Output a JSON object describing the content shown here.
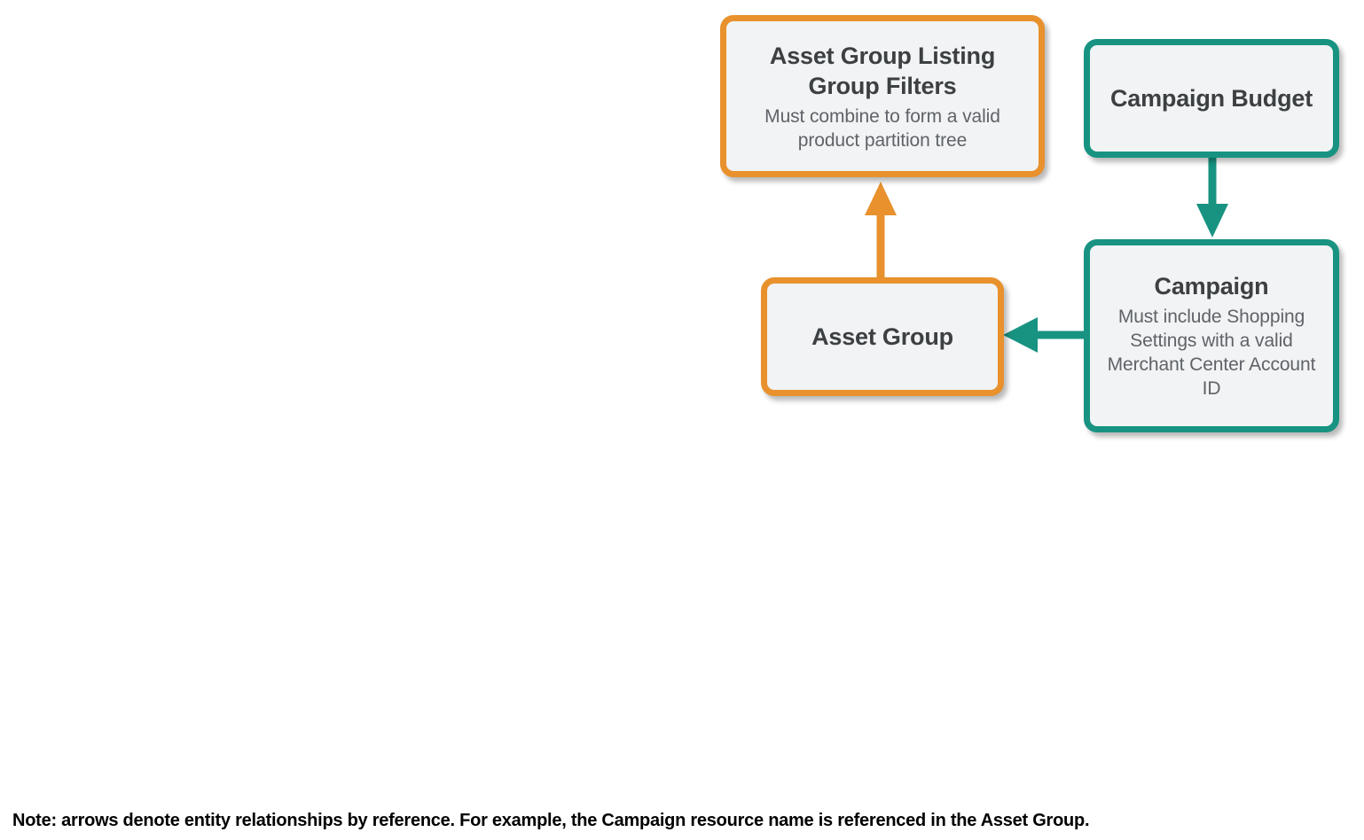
{
  "diagram": {
    "background": "#ffffff",
    "colors": {
      "orange": "#e8912d",
      "teal": "#189382",
      "node_fill": "#f1f3f4",
      "title_text": "#3c4043",
      "body_text": "#5f6368",
      "note_text": "#000000"
    },
    "nodes": [
      {
        "id": "asset-group-listing-group-filters",
        "title": "Asset Group Listing Group Filters",
        "description": "Must combine to form a valid product partition tree",
        "accent": "orange"
      },
      {
        "id": "asset-group",
        "title": "Asset Group",
        "description": "",
        "accent": "orange"
      },
      {
        "id": "campaign-budget",
        "title": "Campaign Budget",
        "description": "",
        "accent": "teal"
      },
      {
        "id": "campaign",
        "title": "Campaign",
        "description": "Must include Shopping Settings with a valid Merchant Center Account ID",
        "accent": "teal"
      }
    ],
    "edges": [
      {
        "id": "asset-group-to-listing-group-filters",
        "from": "asset-group",
        "to": "asset-group-listing-group-filters",
        "direction": "up",
        "color": "orange"
      },
      {
        "id": "campaign-budget-to-campaign",
        "from": "campaign-budget",
        "to": "campaign",
        "direction": "down",
        "color": "teal"
      },
      {
        "id": "campaign-to-asset-group",
        "from": "campaign",
        "to": "asset-group",
        "direction": "left",
        "color": "teal"
      }
    ],
    "note": "Note: arrows denote entity relationships by reference. For example, the Campaign resource name is referenced in the Asset Group."
  }
}
